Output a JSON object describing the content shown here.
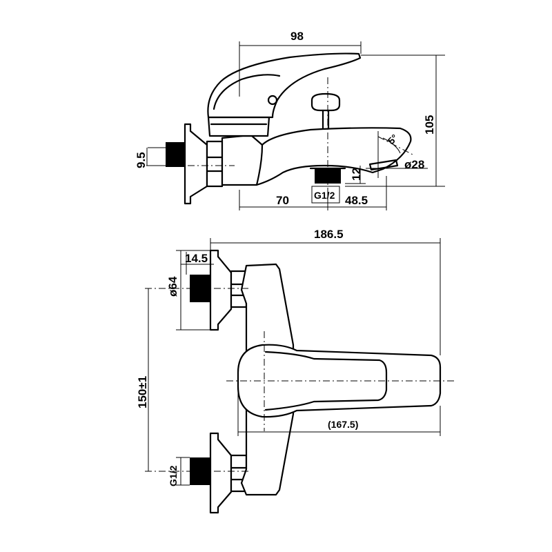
{
  "drawing": {
    "side_view": {
      "width_top": "98",
      "height_total": "105",
      "inlet_dim": "9.5",
      "spout_height": "12",
      "spout_diameter": "ø28",
      "spout_angle": "5°",
      "outlet_thread": "G1/2",
      "base_to_outlet": "70",
      "outlet_to_spout": "48.5"
    },
    "top_view": {
      "total_width": "186.5",
      "flange_depth": "14.5",
      "flange_diameter": "ø64",
      "centers": "150±1",
      "inlet_thread": "G1/2",
      "handle_length": "(167.5)"
    }
  }
}
